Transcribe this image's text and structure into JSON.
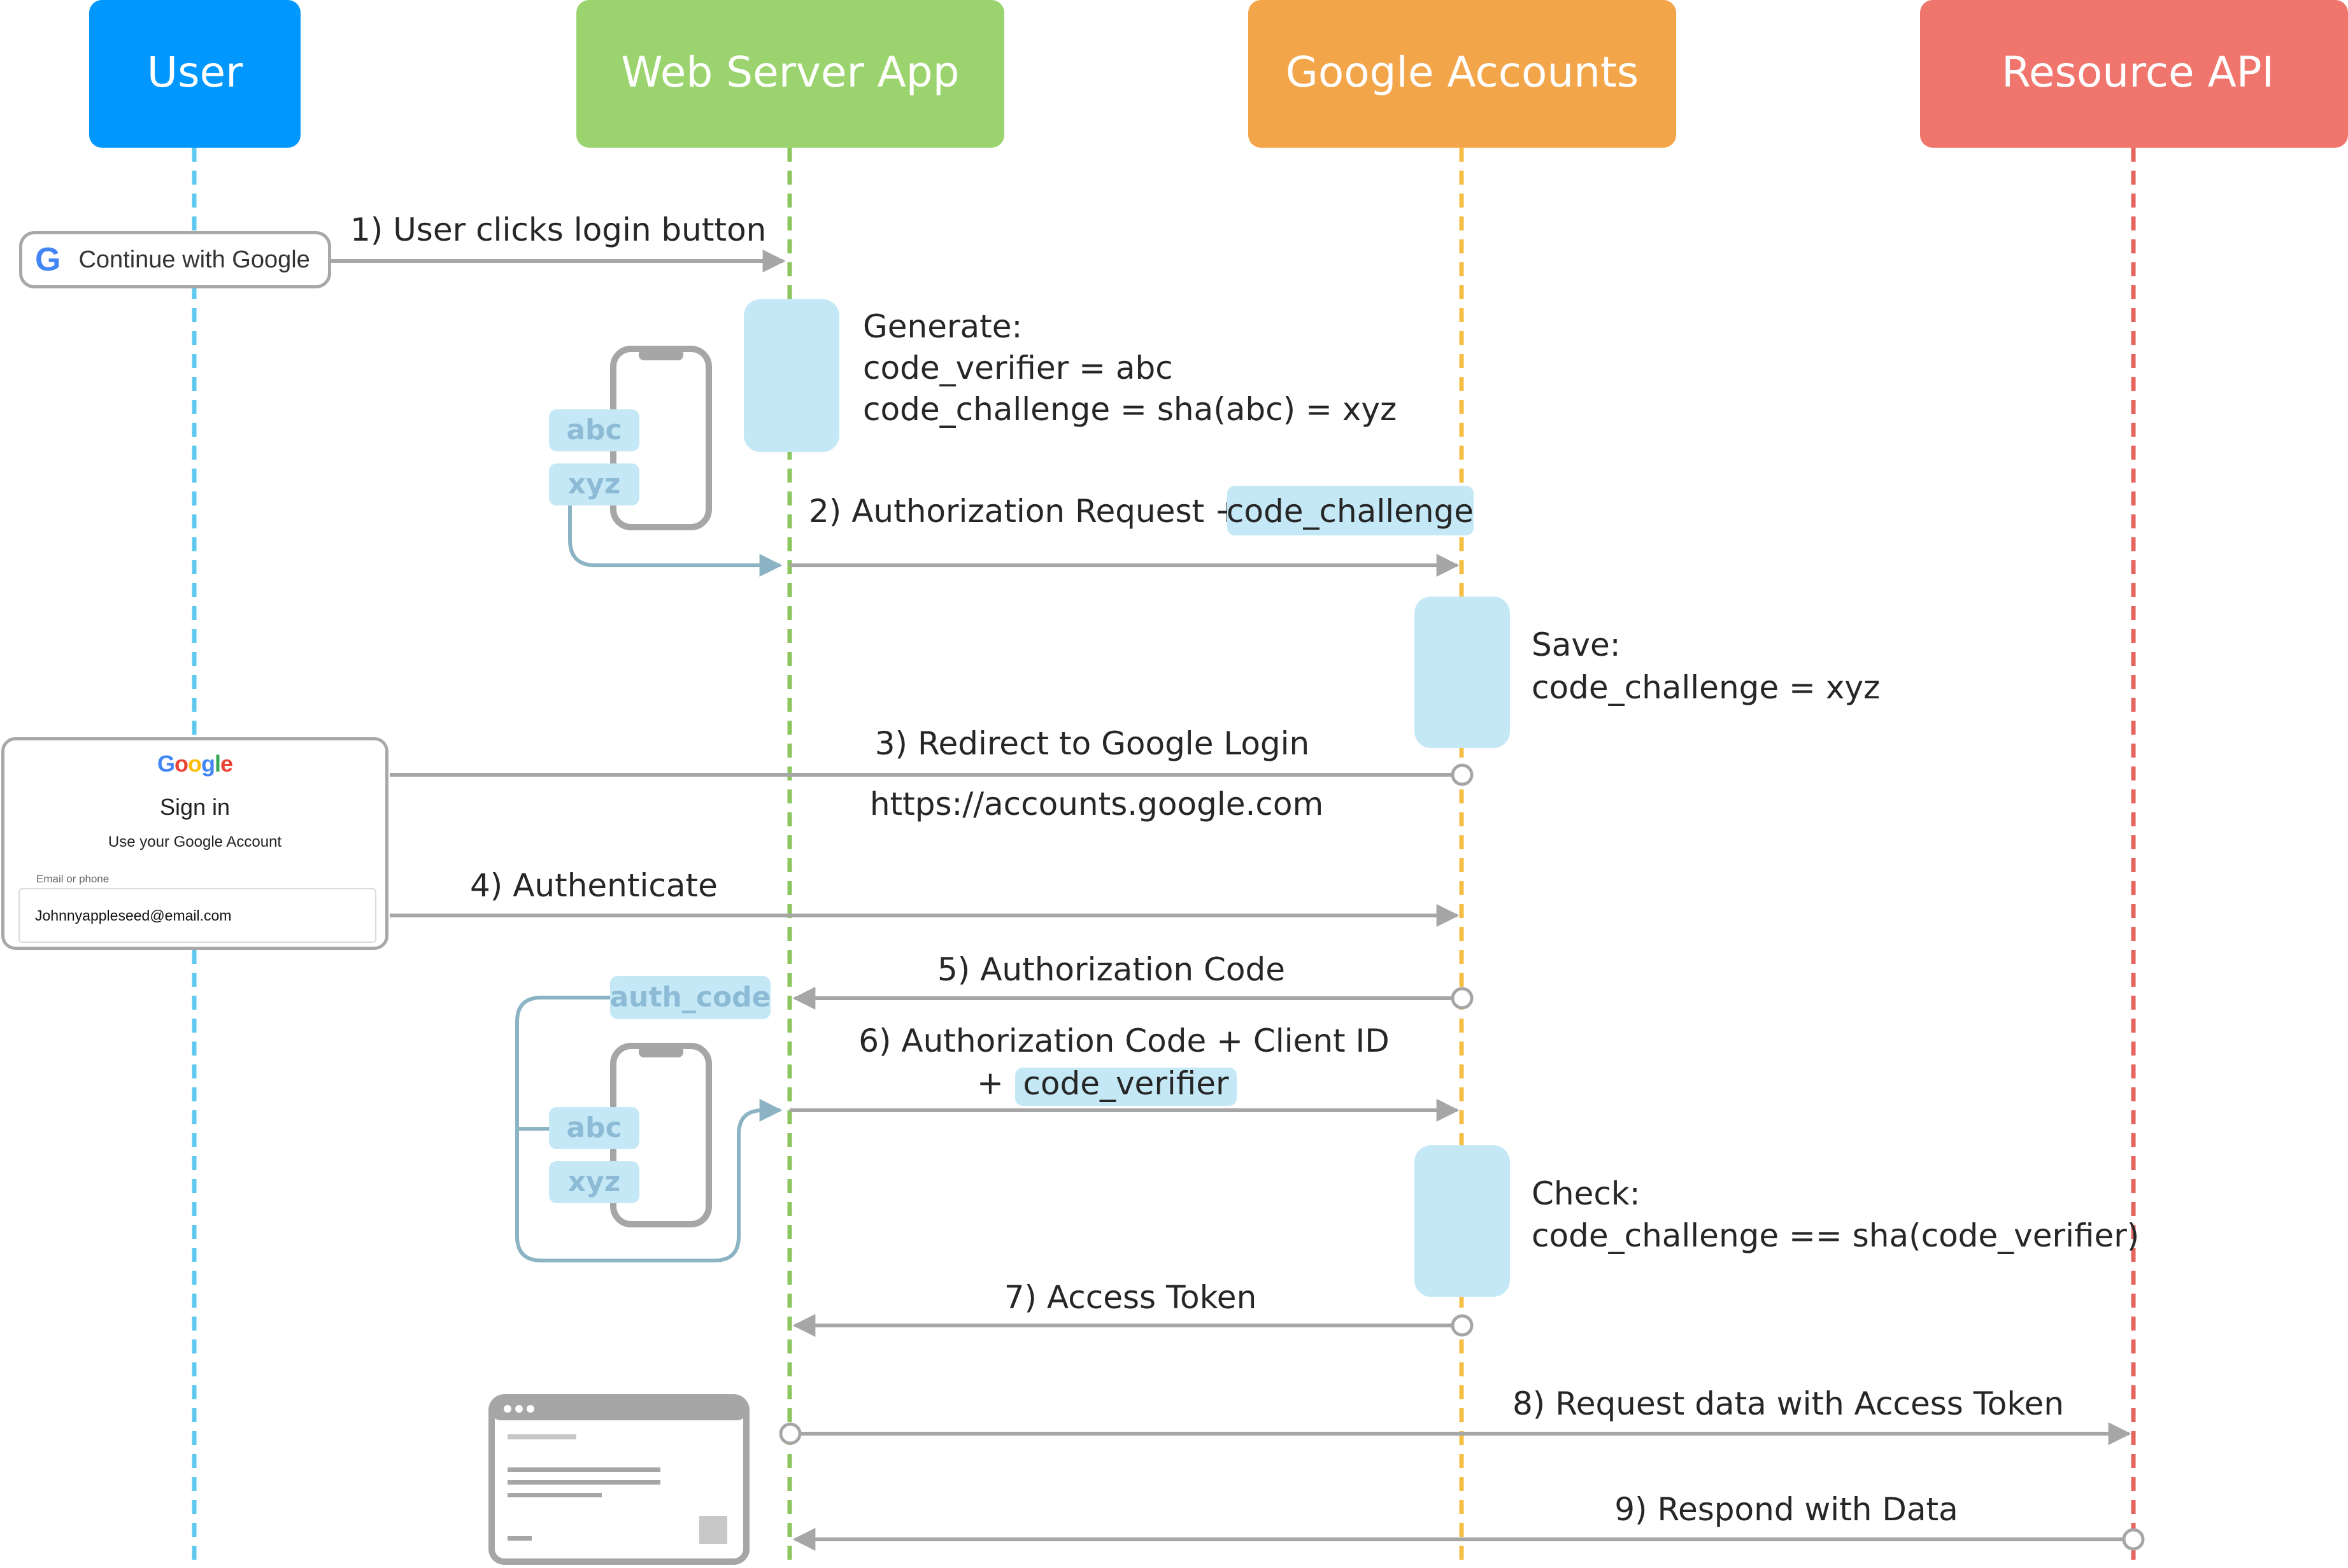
{
  "colors": {
    "user": "#0097ff",
    "webserver": "#9bd46e",
    "google": "#f2a549",
    "resource": "#ef756d",
    "arrow": "#a6a6a6",
    "phone_loop": "#8bb3c4",
    "activation": "#c5e8f6",
    "chip": "#c5e8f6"
  },
  "lanes": [
    {
      "key": "user",
      "label": "User"
    },
    {
      "key": "webserver",
      "label": "Web Server App"
    },
    {
      "key": "google",
      "label": "Google Accounts"
    },
    {
      "key": "resource",
      "label": "Resource API"
    }
  ],
  "google_button": {
    "logo_letter": "G",
    "label": "Continue with Google",
    "logo_colors": [
      "#4285F4",
      "#EA4335",
      "#FBBC05",
      "#34A853"
    ]
  },
  "signin_card": {
    "logo_letters": [
      "G",
      "o",
      "o",
      "g",
      "l",
      "e"
    ],
    "logo_colors": [
      "#4285F4",
      "#EA4335",
      "#FBBC05",
      "#4285F4",
      "#34A853",
      "#EA4335"
    ],
    "title": "Sign in",
    "subtitle": "Use your Google Account",
    "field_label": "Email or phone",
    "field_value": "Johnnyappleseed@email.com"
  },
  "steps": {
    "s1": "1)  User clicks login button",
    "s2": "2) Authorization Request +",
    "s2_chip": "code_challenge",
    "s3": "3) Redirect to Google Login",
    "s3_url": "https://accounts.google.com",
    "s4": "4) Authenticate",
    "s5": "5) Authorization Code",
    "s6_line1": "6) Authorization Code + Client ID",
    "s6_plus": "+",
    "s6_chip": "code_verifier",
    "s7": "7) Access Token",
    "s8": "8) Request data with Access Token",
    "s9": "9) Respond with Data"
  },
  "notes": {
    "generate": [
      "Generate:",
      "code_verifier = abc",
      "code_challenge = sha(abc) = xyz"
    ],
    "save": [
      "Save:",
      "code_challenge = xyz"
    ],
    "check": [
      "Check:",
      "code_challenge == sha(code_verifier)"
    ]
  },
  "chips": {
    "abc": "abc",
    "xyz": "xyz",
    "auth_code": "auth_code"
  }
}
